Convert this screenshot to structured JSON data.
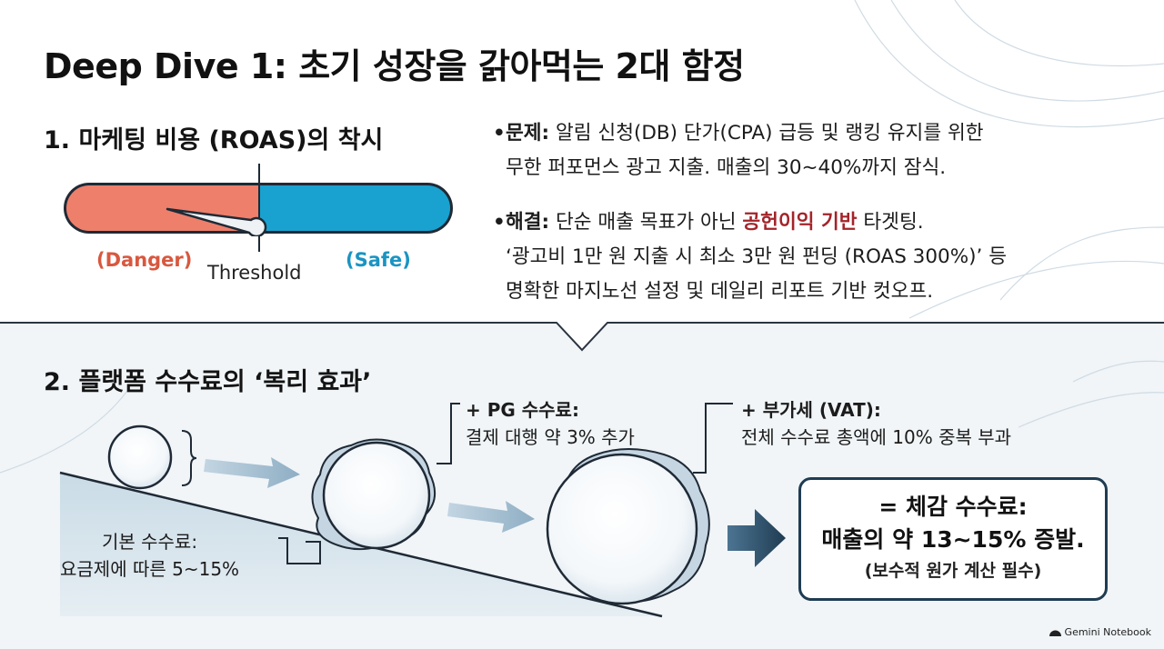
{
  "title": "Deep Dive 1: 초기 성장을 갉아먹는 2대 함정",
  "section1": {
    "title": "1. 마케팅 비용 (ROAS)의 착시",
    "gauge": {
      "danger_label": "(Danger)",
      "safe_label": "(Safe)",
      "threshold_label": "Threshold",
      "danger_color": "#ee7f6b",
      "safe_color": "#19a2cf"
    },
    "bullets": {
      "problem": {
        "label": "문제:",
        "line1": "알림 신청(DB) 단가(CPA) 급등 및 랭킹 유지를 위한",
        "line2": "무한 퍼포먼스 광고 지출. 매출의 30~40%까지 잠식."
      },
      "solution": {
        "label": "해결:",
        "pre": "단순 매출 목표가 아닌",
        "highlight": "공헌이익 기반",
        "post": "타겟팅.",
        "line2": "‘광고비 1만 원 지출 시 최소 3만 원 펀딩 (ROAS 300%)’ 등",
        "line3": "명확한 마지노선 설정 및 데일리 리포트 기반 컷오프.",
        "highlight_color": "#a3242a"
      }
    }
  },
  "section2": {
    "title": "2. 플랫폼 수수료의 ‘복리 효과’",
    "base_fee": {
      "label": "기본 수수료:",
      "detail": "요금제에 따른 5~15%"
    },
    "pg_fee": {
      "label": "+ PG 수수료:",
      "detail": "결제 대행 약 3% 추가"
    },
    "vat": {
      "label": "+ 부가세 (VAT):",
      "detail": "전체 수수료 총액에 10% 중복 부과"
    },
    "result": {
      "line1": "= 체감 수수료:",
      "line2": "매출의 약 13~15% 증발.",
      "line3": "(보수적 원가 계산 필수)"
    }
  },
  "footer": {
    "brand": "Gemini Notebook"
  }
}
